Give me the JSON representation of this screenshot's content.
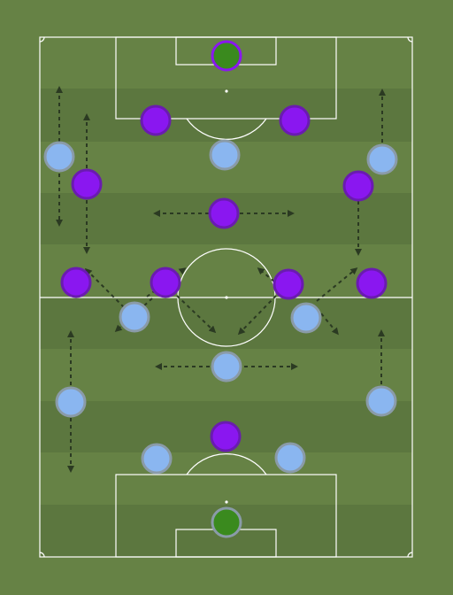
{
  "colors": {
    "background": "#668245",
    "stripe_dark": "#5c773f",
    "lines": "#ffffff",
    "arrow": "#2b3a22",
    "team_purple": "#8a17f0",
    "team_purple_stroke": "#6a1bb0",
    "team_blue": "#8ab6f0",
    "team_blue_stroke": "#8a9ba8",
    "goalkeeper": "#3a8a1e"
  },
  "players": [
    {
      "id": "gk-top",
      "team": "purple",
      "role": "goalkeeper"
    },
    {
      "id": "cb-left-top",
      "team": "purple"
    },
    {
      "id": "cb-right-top",
      "team": "purple"
    },
    {
      "id": "wb-left-top",
      "team": "purple"
    },
    {
      "id": "wb-right-top",
      "team": "purple"
    },
    {
      "id": "cdm-top",
      "team": "purple"
    },
    {
      "id": "lw-top",
      "team": "purple"
    },
    {
      "id": "lcm-top",
      "team": "purple"
    },
    {
      "id": "rcm-top",
      "team": "purple"
    },
    {
      "id": "rw-top",
      "team": "purple"
    },
    {
      "id": "st-top",
      "team": "purple"
    },
    {
      "id": "gk-bottom",
      "team": "blue",
      "role": "goalkeeper"
    },
    {
      "id": "cb-left-bottom",
      "team": "blue"
    },
    {
      "id": "cb-right-bottom",
      "team": "blue"
    },
    {
      "id": "lb-bottom",
      "team": "blue"
    },
    {
      "id": "rb-bottom",
      "team": "blue"
    },
    {
      "id": "cdm-bottom",
      "team": "blue"
    },
    {
      "id": "lcm-bottom",
      "team": "blue"
    },
    {
      "id": "rcm-bottom",
      "team": "blue"
    },
    {
      "id": "lw-bottom",
      "team": "blue"
    },
    {
      "id": "rw-bottom",
      "team": "blue"
    },
    {
      "id": "st-bottom",
      "team": "blue"
    }
  ]
}
